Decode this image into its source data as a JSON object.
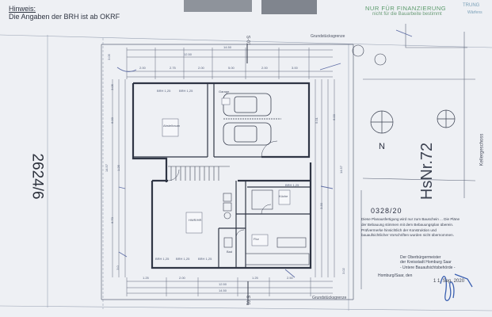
{
  "header": {
    "hint_title": "Hinweis:",
    "hint_text": "Die Angaben der BRH ist ab OKRF"
  },
  "stamp": {
    "financing_line1": "NUR FÜR FINANZIERUNG",
    "financing_line2": "nicht für die Bauarbeite bestimmt",
    "corner_line1": "TRUNG",
    "corner_line2": "Wärfens"
  },
  "plan": {
    "file_number": "2624/6",
    "house_number": "HsNr.72",
    "north_label": "N",
    "kellergeschoss": "Kellergeschoss",
    "approval_number": "0328/20",
    "section_marks": [
      "S-01",
      "S-01"
    ],
    "grenze_top": "Grundstücksgrenze",
    "grenze_bottom": "Grundstücksgrenze",
    "rooms": {
      "abstellraum": "Abstellraum",
      "hwr": "HWR/HR",
      "garage": "Garage",
      "bad": "Bad",
      "flur": "Flur",
      "kueche": "Küche"
    },
    "brh_labels": [
      "BRH 1,25",
      "BRH 1,25",
      "BRH 1,25",
      "BRH 1,25",
      "BRH 1,25",
      "BRH 1,25"
    ],
    "dims_top": [
      "14.50",
      "12.50",
      "3.05",
      "2.00",
      "2.75",
      "2.00",
      "5.00",
      "2.00",
      "3.00"
    ],
    "dims_left": [
      "3.05",
      "6.00",
      "14.57",
      "1.25",
      "6.70",
      "3.0"
    ],
    "dims_right": [
      "5.01",
      "6.00",
      "14.57",
      "3.30",
      "3.02"
    ],
    "dims_bottom": [
      "12.50",
      "14.50",
      "1.25",
      "2.00",
      "1.25",
      "2.50"
    ]
  },
  "approval_text": {
    "lines": "Diese Planausfertigung wird nur zum Bauschein ... Die Pläne der Bebauung stimmen mit dem Bebauungsplan überein. Prüfvermerke hinsichtlich der Konstruktion und bauaufsichtlicher Vorschriften wurden nicht übernommen."
  },
  "authority": {
    "title": "Der Oberbürgermeister",
    "office": "der Kreisstadt Homburg Saar",
    "dept": "- Untere Bauaufsichtsbehörde -",
    "place": "Homburg/Saar, den",
    "date": "1 1. Sep. 2020"
  },
  "colors": {
    "paper": "#eef0f4",
    "line": "#4a5060",
    "stamp_green": "#5a9a6a",
    "tab_grey": "#8e939b"
  }
}
